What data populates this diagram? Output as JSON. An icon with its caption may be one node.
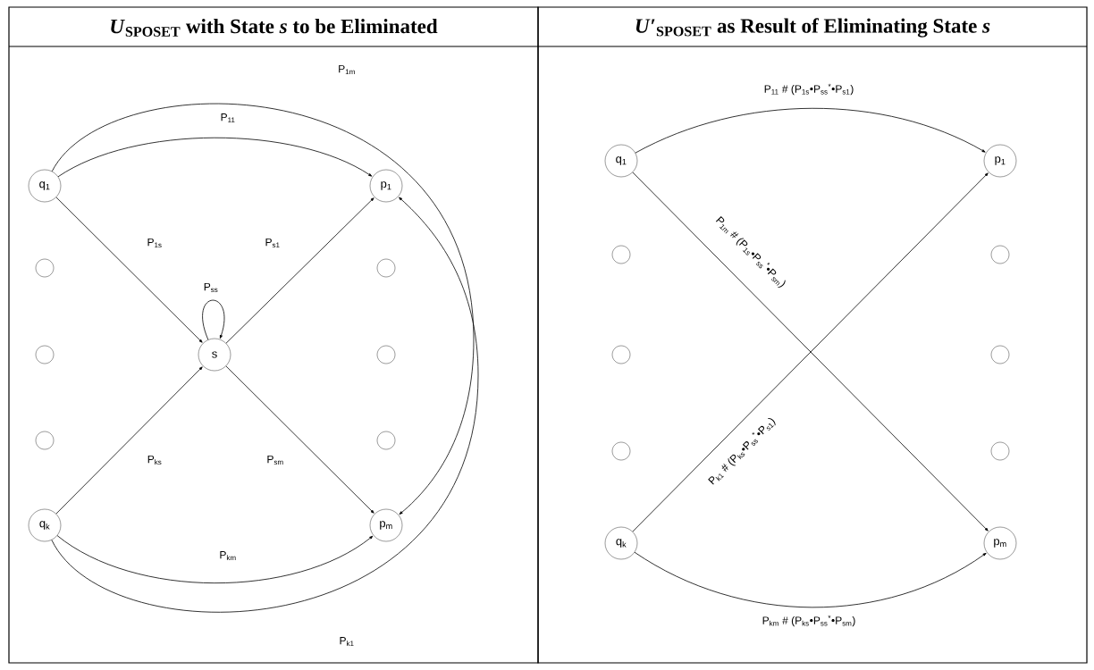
{
  "diagram": {
    "nodes": [
      {
        "text": [
          "*U*$_{SPOSET}$ with State *s* to be Eliminated"
        ]
      },
      {
        "text": [
          "q$_{1}$"
        ],
        "in": 0
      },
      {
        "text": [
          "p$_{1}$"
        ],
        "in": 0
      },
      {
        "text": [],
        "shape": "circle",
        "in": 0
      },
      {
        "text": [],
        "shape": "circle",
        "in": 0
      },
      {
        "text": [],
        "shape": "circle",
        "in": 0
      },
      {
        "text": [
          "s"
        ],
        "in": 0
      },
      {
        "text": [],
        "shape": "circle",
        "in": 0
      },
      {
        "text": [],
        "shape": "circle",
        "in": 0
      },
      {
        "text": [],
        "shape": "circle",
        "in": 0
      },
      {
        "text": [
          "q$_{k}$"
        ],
        "in": 0
      },
      {
        "text": [
          "p$_{m}$"
        ],
        "in": 0
      },
      {
        "text": [
          "*U*′$_{SPOSET}$ as Result of Eliminating State *s*"
        ]
      },
      {
        "text": [
          "q$_{1}$"
        ],
        "in": 12
      },
      {
        "text": [
          "p$_{1}$"
        ],
        "in": 12
      },
      {
        "text": [],
        "shape": "circle",
        "in": 12
      },
      {
        "text": [],
        "shape": "circle",
        "in": 12
      },
      {
        "text": [],
        "shape": "circle",
        "in": 12
      },
      {
        "text": [],
        "shape": "circle",
        "in": 12
      },
      {
        "text": [],
        "shape": "circle",
        "in": 12
      },
      {
        "text": [],
        "shape": "circle",
        "in": 12
      },
      {
        "text": [
          "q$_{k}$"
        ],
        "in": 12
      },
      {
        "text": [
          "p$_{m}$"
        ],
        "in": 12
      }
    ],
    "edges": [
      {
        "from": 1,
        "to": 2,
        "arrow": "to",
        "label": "P$_{11}$"
      },
      {
        "from": 1,
        "to": 11,
        "arrow": "to",
        "label": "P$_{1m}$"
      },
      {
        "from": 1,
        "to": 6,
        "arrow": "to",
        "label": "P$_{1s}$"
      },
      {
        "from": 6,
        "to": 6,
        "arrow": "to",
        "label": "P$_{ss}$"
      },
      {
        "from": 6,
        "to": 2,
        "arrow": "to",
        "label": "P$_{s1}$"
      },
      {
        "from": 10,
        "to": 6,
        "arrow": "to",
        "label": "P$_{ks}$"
      },
      {
        "from": 6,
        "to": 11,
        "arrow": "to",
        "label": "P$_{sm}$"
      },
      {
        "from": 10,
        "to": 11,
        "arrow": "to",
        "label": "P$_{km}$"
      },
      {
        "from": 10,
        "to": 2,
        "arrow": "to",
        "label": "P$_{k1}$"
      },
      {
        "from": 13,
        "to": 14,
        "arrow": "to",
        "label": "P$_{11}$ # (P$_{1s}$•P$_{ss}$$^{*}$•P$_{s1}$)"
      },
      {
        "from": 13,
        "to": 22,
        "arrow": "to",
        "label": "P$_{1m}$ # (P$_{1s}$•P$_{ss}$$^{*}$•P$_{sm}$)"
      },
      {
        "from": 21,
        "to": 14,
        "arrow": "to",
        "label": "P$_{k1}$ # (P$_{ks}$•P$_{ss}$$^{*}$•P$_{s1}$)"
      },
      {
        "from": 21,
        "to": 22,
        "arrow": "to",
        "label": "P$_{km}$ # (P$_{ks}$•P$_{ss}$$^{*}$•P$_{sm}$)"
      }
    ]
  }
}
